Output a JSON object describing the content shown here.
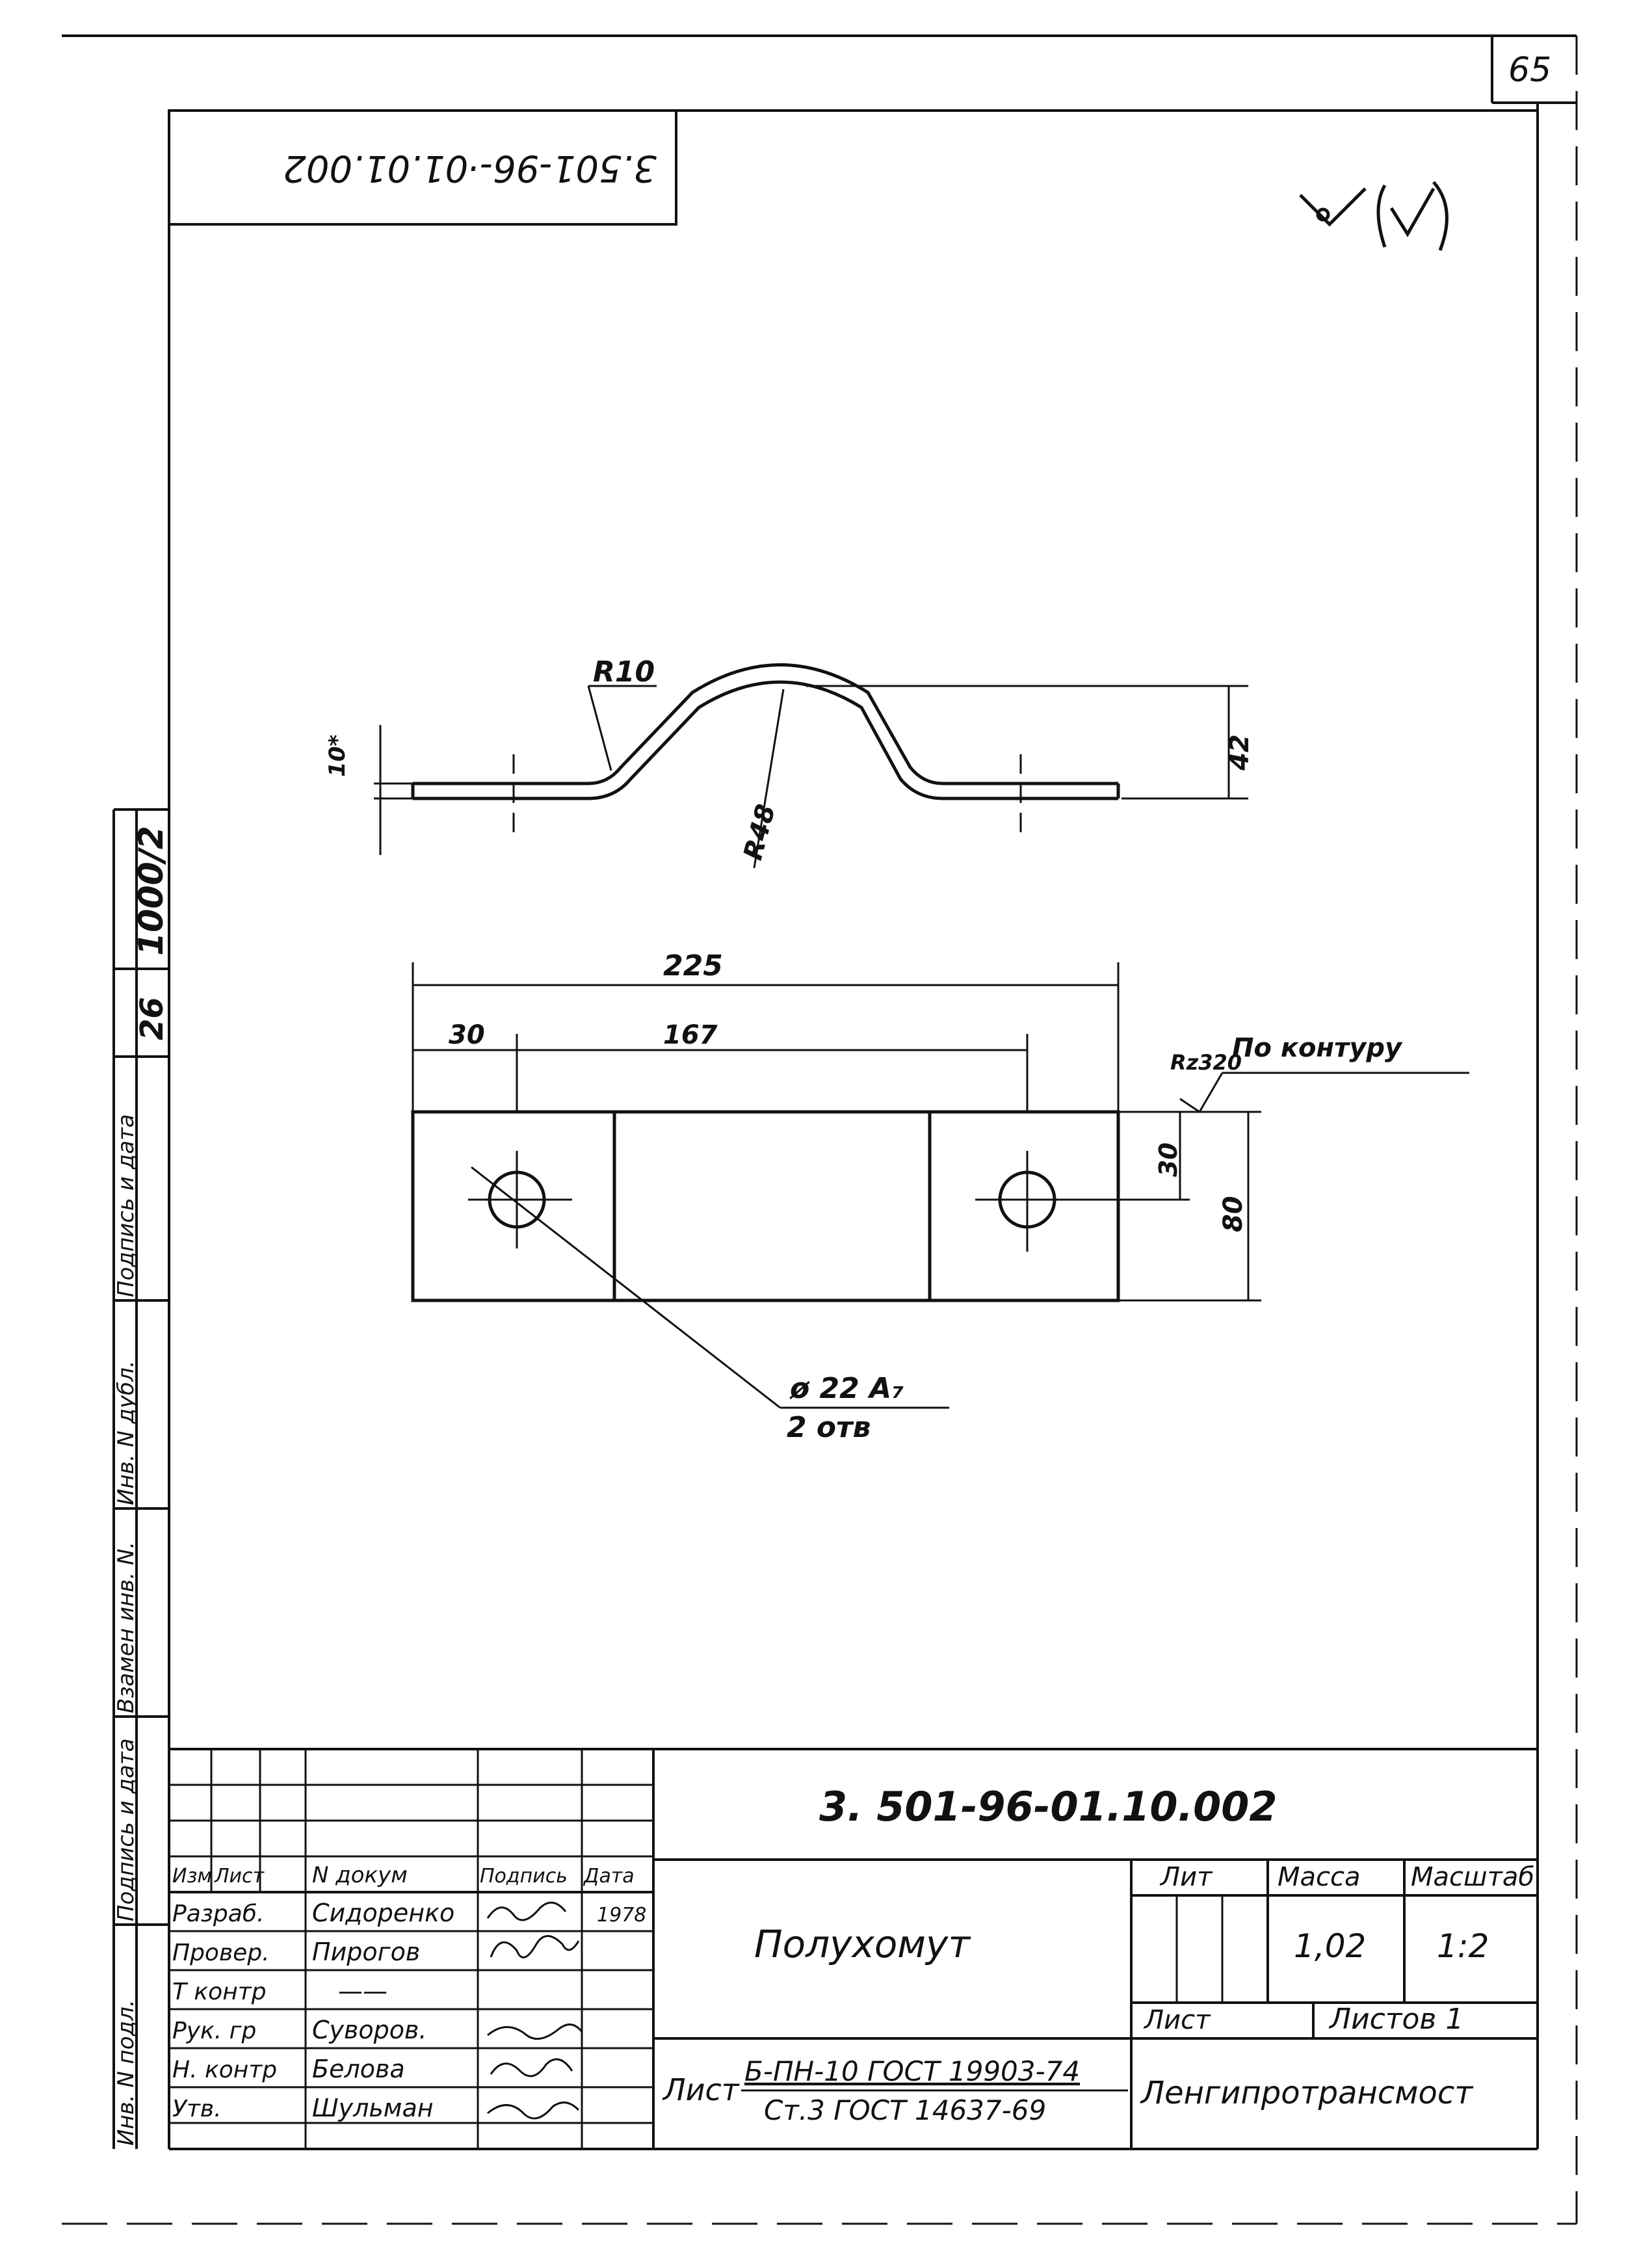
{
  "sheet": {
    "page_number": "65",
    "corner_stamp": "3.501-96-·01.01.002",
    "finish_mark": "∨(✓)"
  },
  "side_stamp": {
    "copy_number": "1000/2",
    "copy_suffix": "26",
    "fields": [
      "Подпись и дата",
      "Инв. N дубл.",
      "Взамен инв. N.",
      "Подпись и дата",
      "Инв. N подл."
    ]
  },
  "drawing": {
    "side_view": {
      "radius_small": "R10",
      "radius_large": "R48",
      "height": "42",
      "thickness": "10*"
    },
    "top_view": {
      "length": "225",
      "offset": "30",
      "spacing": "167",
      "hole_offset": "30",
      "width": "80",
      "hole_note_line1": "ø 22 A₇",
      "hole_note_line2": "2 отв",
      "roughness": "Rz320",
      "roughness_note": "По контуру"
    }
  },
  "title_block": {
    "document_code": "3. 501-96-01.10.002",
    "part_name": "Полухомут",
    "material_prefix": "Лист",
    "material_line1": "Б-ПН-10 ГОСТ 19903-74",
    "material_line2": "Ст.3 ГОСТ 14637-69",
    "organization": "Ленгипротрансмост",
    "headers": {
      "izm": "Изм",
      "list": "Лист",
      "n_dokum": "N докум",
      "podpis": "Подпись",
      "data": "Дата",
      "lit": "Лит",
      "massa": "Масса",
      "masshtab": "Масштаб"
    },
    "mass": "1,02",
    "scale": "1:2",
    "sheet_label": "Лист",
    "sheets_total": "Листов 1",
    "year": "1978",
    "staff": [
      {
        "role": "Разраб.",
        "name": "Сидоренко"
      },
      {
        "role": "Провер.",
        "name": "Пирогов"
      },
      {
        "role": "Т контр",
        "name": "——"
      },
      {
        "role": "Рук. гр",
        "name": "Суворов."
      },
      {
        "role": "Н. контр",
        "name": "Белова"
      },
      {
        "role": "Утв.",
        "name": "Шульман"
      }
    ]
  }
}
